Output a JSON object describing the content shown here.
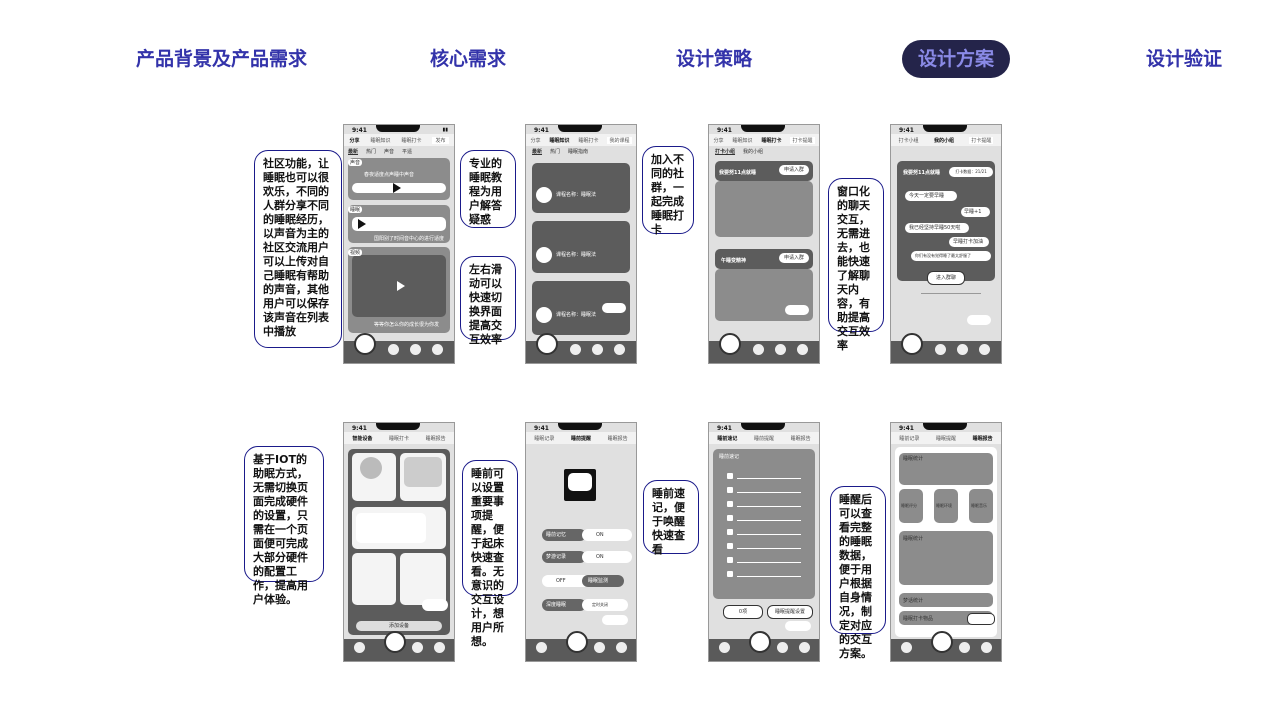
{
  "nav": {
    "items": [
      "产品背景及产品需求",
      "核心需求",
      "设计策略",
      "设计方案",
      "设计验证"
    ],
    "active": "设计方案"
  },
  "notes": {
    "n1": "社区功能，让睡眠也可以很欢乐，不同的人群分享不同的睡眠经历，以声音为主的社区交流用户可以上传对自己睡眠有帮助的声音，其他用户可以保存该声音在列表中播放",
    "n2": "专业的睡眠教程为用户解答疑惑",
    "n3": "左右滑动可以快速切换界面提高交互效率",
    "n4": "加入不同的社群，一起完成睡眠打卡",
    "n5": "窗口化的聊天交互，无需进去，也能快速了解聊天内容，有助提高交互效率",
    "n6": "基于IOT的助眠方式，无需切换页面完成硬件的设置，只需在一个页面便可完成大部分硬件的配置工作，提高用户体验。",
    "n7": "睡前可以设置重要事项提醒，便于起床快速查看。无意识的交互设计，想用户所想。",
    "n8": "睡前速记，便于唤醒快速查看",
    "n9": "睡醒后可以查看完整的睡眠数据，便于用户根据自身情况，制定对应的交互方案。"
  },
  "phones": {
    "time": "9:41",
    "p1": {
      "tabs": [
        "分享",
        "睡眠知识",
        "睡眠打卡"
      ],
      "post": "发布",
      "sub": [
        "最新",
        "热门",
        "声音",
        "平遥"
      ],
      "tag1": "声音",
      "tag2": "睡眠",
      "tag3": "视频",
      "c1": "春夜适度点声睡中声音",
      "c2": "国阳别了时间音中心的进行适度",
      "c3": "等等你怎么你的成长很为你发"
    },
    "p2": {
      "tabs": [
        "分享",
        "睡眠知识",
        "睡眠打卡"
      ],
      "btn": "我的课程",
      "sub": [
        "最新",
        "热门",
        "睡眠指南"
      ],
      "course": [
        "课程名称：睡眠法",
        "课程名称：睡眠法",
        "课程名称：睡眠法"
      ]
    },
    "p3": {
      "tabs": [
        "分享",
        "睡眠知识",
        "睡眠打卡"
      ],
      "btn": "打卡提醒",
      "sub": [
        "打卡小组",
        "我的小组"
      ],
      "g1": "我要努11点就睡",
      "g2": "午睡变精神",
      "join": "申请入群"
    },
    "p4": {
      "tabs": [
        "打卡小组",
        "我的小组"
      ],
      "btn": "打卡提醒",
      "title": "我要努11点就睡",
      "right": "打卡数据：21/21",
      "msgs": [
        "今天一定要早睡",
        "早睡+1",
        "我已经坚持早睡50天啦",
        "早睡打卡加油",
        "你们有没有觉得睡了最太舒服了"
      ],
      "enter": "进入群聊"
    },
    "p5": {
      "tabs": [
        "智能设备",
        "睡眠打卡",
        "睡眠报告"
      ],
      "btn": "添加设备"
    },
    "p6": {
      "tabs": [
        "睡眠记录",
        "睡前提醒",
        "睡眠报告"
      ],
      "rows": [
        [
          "睡前记忆",
          "ON"
        ],
        [
          "梦游记录",
          "ON"
        ],
        [
          "OFF",
          "睡眠监测"
        ],
        [
          "深度睡眠",
          "定时关闭"
        ]
      ]
    },
    "p7": {
      "tabs": [
        "睡前速记",
        "睡前提醒",
        "睡眠报告"
      ],
      "head": "睡前速记",
      "b1": "0项",
      "b2": "睡眠提醒设置"
    },
    "p8": {
      "tabs": [
        "睡前记录",
        "睡眠提醒",
        "睡眠报告"
      ],
      "labels": [
        "睡眠统计",
        "睡眠评分",
        "睡眠环境",
        "睡眠音乐",
        "睡眠统计",
        "梦话统计",
        "睡眠打卡物品"
      ]
    }
  }
}
